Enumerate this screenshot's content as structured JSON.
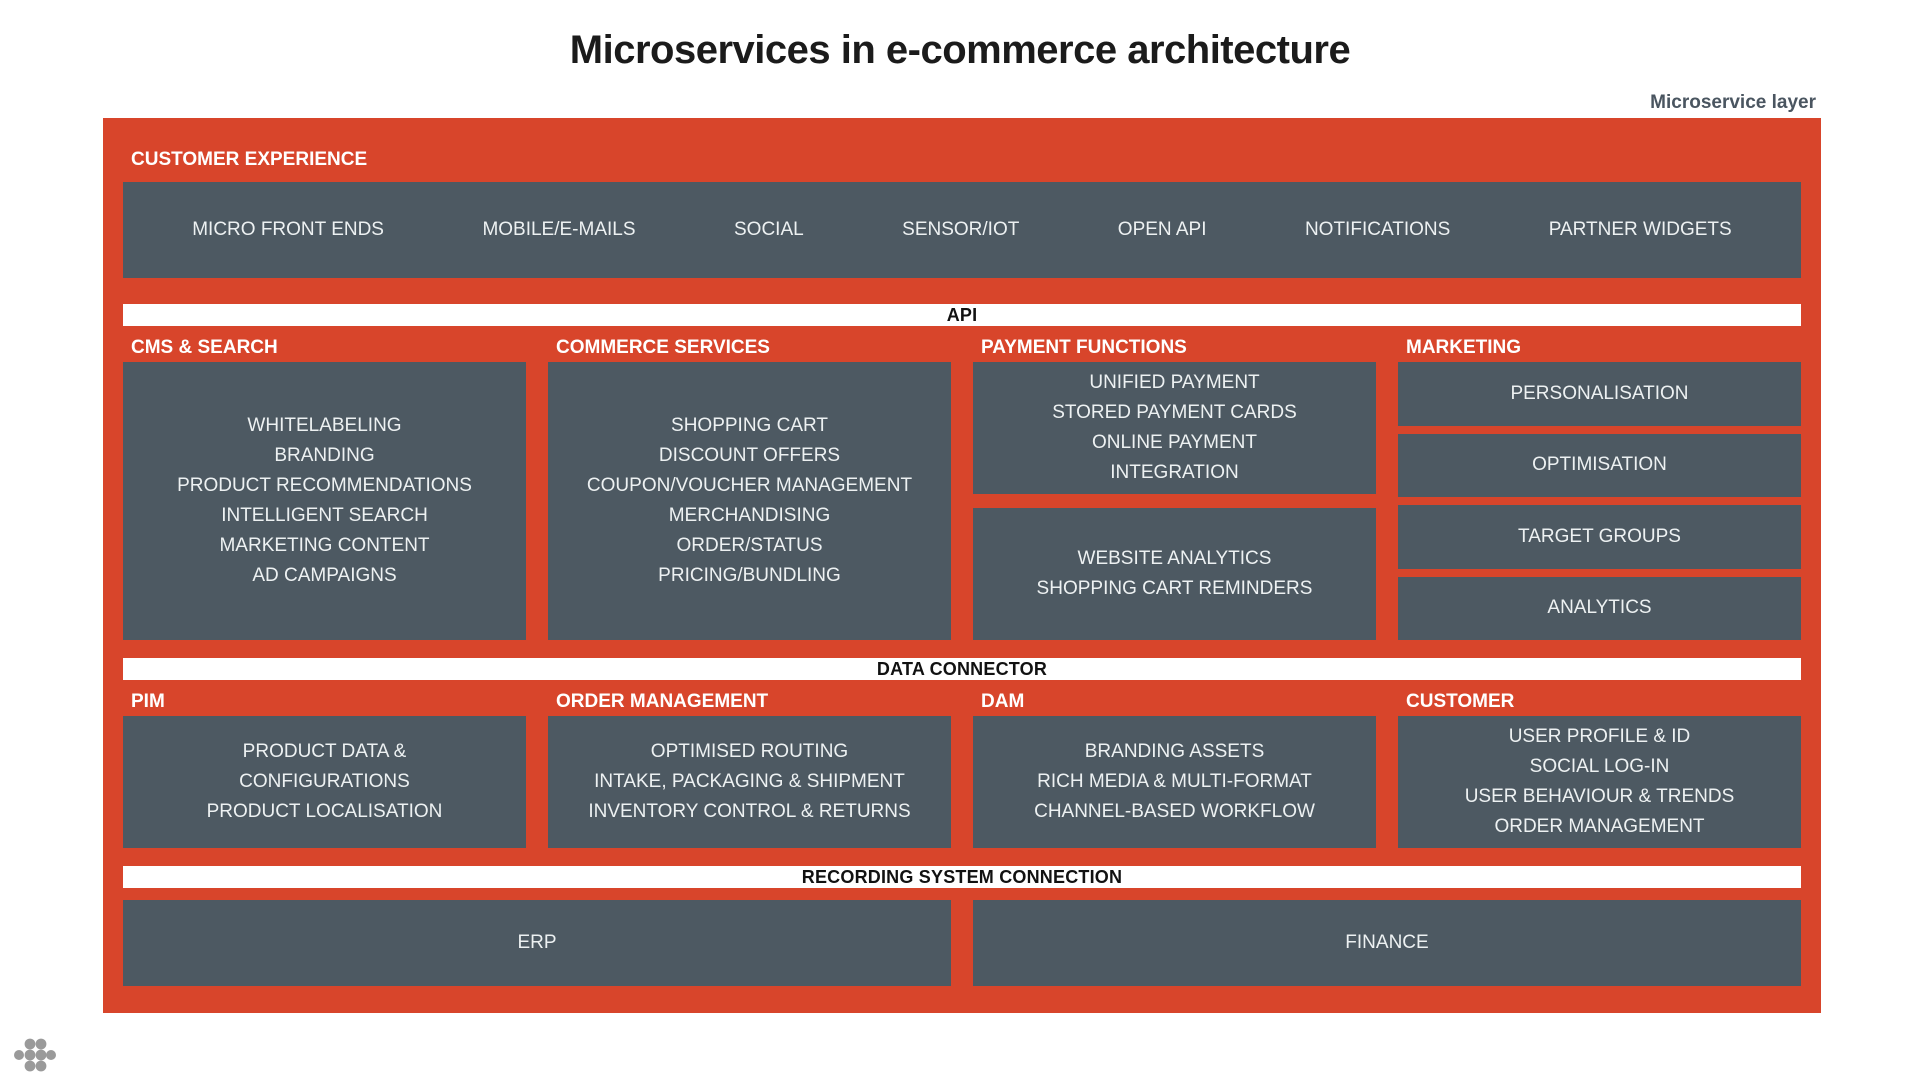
{
  "title": "Microservices in e-commerce architecture",
  "layer_label": "Microservice layer",
  "colors": {
    "accent_orange": "#D8452B",
    "panel_slate": "#4D5962",
    "divider_white": "#FFFFFF",
    "panel_text": "#EDF1F2",
    "divider_text": "#111111",
    "title_text": "#1B1B1B",
    "layer_label_text": "#4A5560",
    "logo_gray": "#9A9A9A"
  },
  "customer_experience": {
    "header": "CUSTOMER EXPERIENCE",
    "items": [
      "MICRO FRONT ENDS",
      "MOBILE/E-MAILS",
      "SOCIAL",
      "SENSOR/IOT",
      "OPEN API",
      "NOTIFICATIONS",
      "PARTNER WIDGETS"
    ]
  },
  "dividers": {
    "api": "API",
    "data_connector": "DATA CONNECTOR",
    "recording": "RECORDING SYSTEM CONNECTION"
  },
  "middle_columns": [
    {
      "header": "CMS & SEARCH",
      "boxes": [
        [
          "WHITELABELING",
          "BRANDING",
          "PRODUCT RECOMMENDATIONS",
          "INTELLIGENT SEARCH",
          "MARKETING CONTENT",
          "AD CAMPAIGNS"
        ]
      ]
    },
    {
      "header": "COMMERCE SERVICES",
      "boxes": [
        [
          "SHOPPING CART",
          "DISCOUNT OFFERS",
          "COUPON/VOUCHER MANAGEMENT",
          "MERCHANDISING",
          "ORDER/STATUS",
          "PRICING/BUNDLING"
        ]
      ]
    },
    {
      "header": "PAYMENT FUNCTIONS",
      "boxes": [
        [
          "UNIFIED PAYMENT",
          "STORED PAYMENT CARDS",
          "ONLINE PAYMENT\nINTEGRATION"
        ],
        [
          "WEBSITE ANALYTICS",
          "SHOPPING CART REMINDERS"
        ]
      ]
    },
    {
      "header": "MARKETING",
      "boxes": [
        [
          "PERSONALISATION"
        ],
        [
          "OPTIMISATION"
        ],
        [
          "TARGET GROUPS"
        ],
        [
          "ANALYTICS"
        ]
      ]
    }
  ],
  "lower_columns": [
    {
      "header": "PIM",
      "boxes": [
        [
          "PRODUCT DATA &\nCONFIGURATIONS",
          "PRODUCT LOCALISATION"
        ]
      ]
    },
    {
      "header": "ORDER MANAGEMENT",
      "boxes": [
        [
          "OPTIMISED ROUTING",
          "INTAKE, PACKAGING & SHIPMENT",
          "INVENTORY CONTROL & RETURNS"
        ]
      ]
    },
    {
      "header": "DAM",
      "boxes": [
        [
          "BRANDING ASSETS",
          "RICH MEDIA & MULTI-FORMAT",
          "CHANNEL-BASED WORKFLOW"
        ]
      ]
    },
    {
      "header": "CUSTOMER",
      "boxes": [
        [
          "USER PROFILE & ID",
          "SOCIAL LOG-IN",
          "USER BEHAVIOUR & TRENDS",
          "ORDER MANAGEMENT"
        ]
      ]
    }
  ],
  "bottom_row": [
    {
      "label": "ERP"
    },
    {
      "label": "FINANCE"
    }
  ]
}
